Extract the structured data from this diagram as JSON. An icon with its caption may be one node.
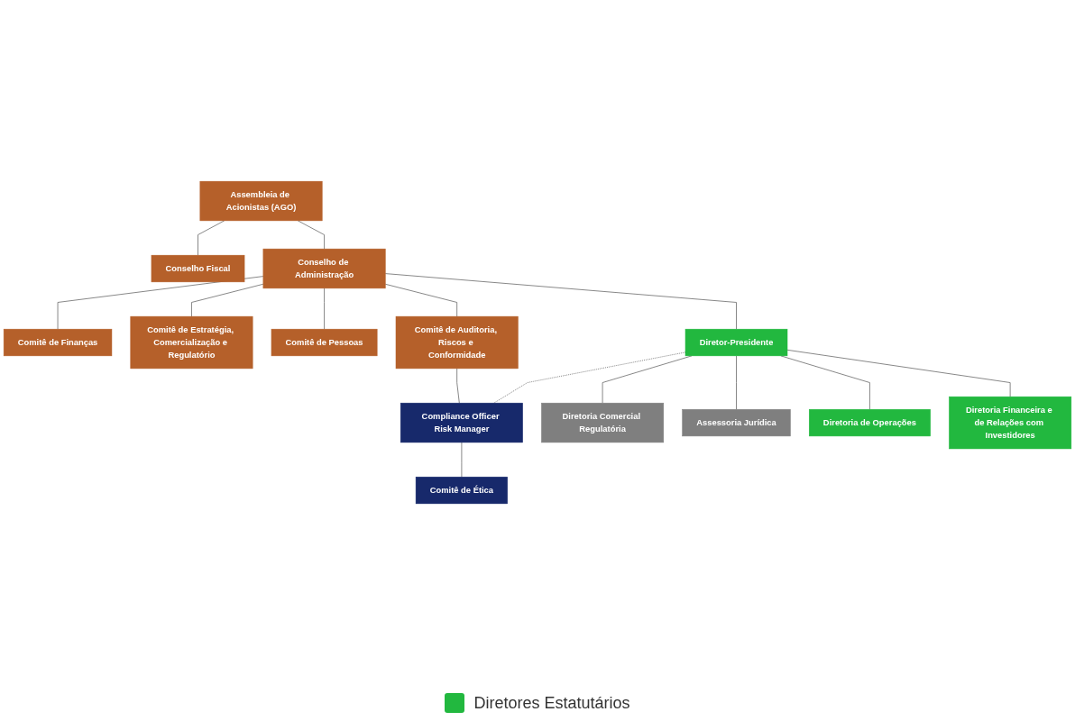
{
  "diagram": {
    "nodes": [
      {
        "text": [
          "Assembleia de Acionistas (AGO)"
        ]
      },
      {
        "text": [
          "Comitê de Finanças"
        ]
      },
      {
        "text": [
          "Comitê de Estratégia, Comercialização e Regulatório"
        ]
      },
      {
        "text": [
          "Comitê de Pessoas"
        ]
      },
      {
        "text": [
          "Conselho Fiscal"
        ]
      },
      {
        "text": [
          "Conselho de Administração"
        ]
      },
      {
        "text": [
          "Comitê de Auditoria, Riscos e Conformidade"
        ]
      },
      {
        "text": [
          "Diretor-Presidente"
        ]
      },
      {
        "text": [
          "Compliance Officer Risk Manager"
        ]
      },
      {
        "text": [
          "Comitê de Ética"
        ]
      },
      {
        "text": [
          "Diretoria Comercial Regulatória"
        ]
      },
      {
        "text": [
          "Assessoria Jurídica"
        ]
      },
      {
        "text": [
          "Diretoria de Operações"
        ]
      },
      {
        "text": [
          "Diretoria Financeira e de Relações com Investidores"
        ]
      }
    ],
    "edges": [
      {
        "from": 0,
        "to": 5,
        "arrow": "none"
      },
      {
        "from": 0,
        "to": 4,
        "arrow": "none"
      },
      {
        "from": 5,
        "to": 1,
        "arrow": "none"
      },
      {
        "from": 5,
        "to": 2,
        "arrow": "none"
      },
      {
        "from": 5,
        "to": 3,
        "arrow": "none"
      },
      {
        "from": 5,
        "to": 6,
        "arrow": "none"
      },
      {
        "from": 5,
        "to": 7,
        "arrow": "none"
      },
      {
        "from": 6,
        "to": 8,
        "arrow": "none"
      },
      {
        "from": 7,
        "to": 8,
        "arrow": "none",
        "style": "dashed"
      },
      {
        "from": 8,
        "to": 9,
        "arrow": "none"
      },
      {
        "from": 7,
        "to": 10,
        "arrow": "none"
      },
      {
        "from": 7,
        "to": 11,
        "arrow": "none"
      },
      {
        "from": 7,
        "to": 12,
        "arrow": "none"
      },
      {
        "from": 7,
        "to": 13,
        "arrow": "none"
      }
    ],
    "legend": [
      {
        "text": "Diretores Estatutários",
        "color": "#22b83f"
      }
    ]
  }
}
